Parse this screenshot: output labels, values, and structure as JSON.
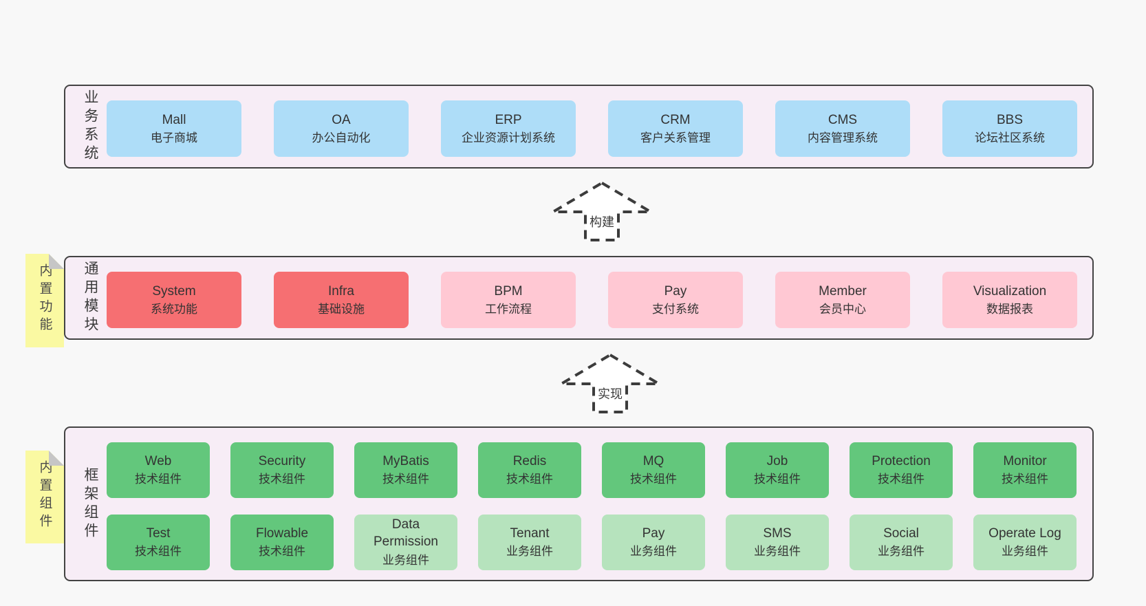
{
  "colors": {
    "page_bg": "#f8f8f8",
    "panel_bg": "#f7edf6",
    "panel_border": "#434343",
    "business_box_blue": "#aeddf8",
    "module_box_red": "#f66f72",
    "module_box_pink": "#ffc8d3",
    "framework_box_green": "#63c77c",
    "framework_box_light_green": "#b6e3bd",
    "tag_yellow": "#faf9a2",
    "tag_fold_gray": "#c6c6c6",
    "text": "#333333"
  },
  "sections": {
    "business": {
      "label": "业务系统",
      "boxes": [
        {
          "title": "Mall",
          "subtitle": "电子商城"
        },
        {
          "title": "OA",
          "subtitle": "办公自动化"
        },
        {
          "title": "ERP",
          "subtitle": "企业资源计划系统"
        },
        {
          "title": "CRM",
          "subtitle": "客户关系管理"
        },
        {
          "title": "CMS",
          "subtitle": "内容管理系统"
        },
        {
          "title": "BBS",
          "subtitle": "论坛社区系统"
        }
      ]
    },
    "modules": {
      "label": "通用模块",
      "tag": "内置功能",
      "boxes": [
        {
          "title": "System",
          "subtitle": "系统功能"
        },
        {
          "title": "Infra",
          "subtitle": "基础设施"
        },
        {
          "title": "BPM",
          "subtitle": "工作流程"
        },
        {
          "title": "Pay",
          "subtitle": "支付系统"
        },
        {
          "title": "Member",
          "subtitle": "会员中心"
        },
        {
          "title": "Visualization",
          "subtitle": "数据报表"
        }
      ]
    },
    "framework": {
      "label": "框架组件",
      "tag": "内置组件",
      "row1": [
        {
          "title": "Web",
          "subtitle": "技术组件"
        },
        {
          "title": "Security",
          "subtitle": "技术组件"
        },
        {
          "title": "MyBatis",
          "subtitle": "技术组件"
        },
        {
          "title": "Redis",
          "subtitle": "技术组件"
        },
        {
          "title": "MQ",
          "subtitle": "技术组件"
        },
        {
          "title": "Job",
          "subtitle": "技术组件"
        },
        {
          "title": "Protection",
          "subtitle": "技术组件"
        },
        {
          "title": "Monitor",
          "subtitle": "技术组件"
        }
      ],
      "row2": [
        {
          "title": "Test",
          "subtitle": "技术组件"
        },
        {
          "title": "Flowable",
          "subtitle": "技术组件"
        },
        {
          "title": "Data Permission",
          "subtitle": "业务组件"
        },
        {
          "title": "Tenant",
          "subtitle": "业务组件"
        },
        {
          "title": "Pay",
          "subtitle": "业务组件"
        },
        {
          "title": "SMS",
          "subtitle": "业务组件"
        },
        {
          "title": "Social",
          "subtitle": "业务组件"
        },
        {
          "title": "Operate Log",
          "subtitle": "业务组件"
        }
      ]
    }
  },
  "arrows": {
    "build": {
      "label": "构建"
    },
    "implement": {
      "label": "实现"
    }
  }
}
